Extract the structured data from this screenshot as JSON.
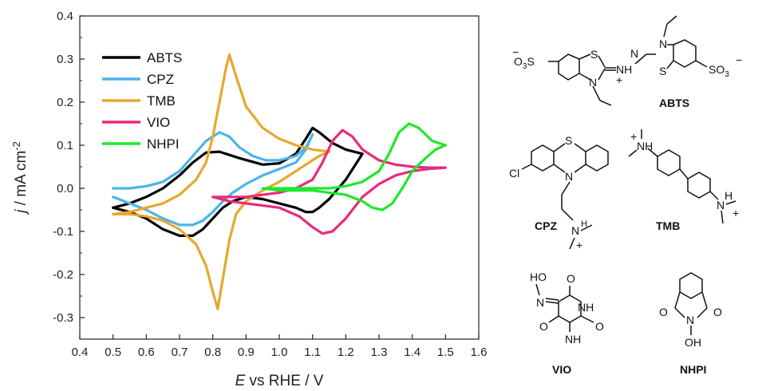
{
  "chart_data": {
    "type": "line",
    "xlabel_italic": "E",
    "xlabel_rest": " vs RHE / V",
    "ylabel_italic": "j",
    "ylabel_rest": " / mA cm",
    "ylabel_sup": "-2",
    "xlim": [
      0.4,
      1.6
    ],
    "ylim": [
      -0.35,
      0.4
    ],
    "xticks": [
      "0.4",
      "0.5",
      "0.6",
      "0.7",
      "0.8",
      "0.9",
      "1.0",
      "1.1",
      "1.2",
      "1.3",
      "1.4",
      "1.5",
      "1.6"
    ],
    "yticks": [
      "-0.3",
      "-0.2",
      "-0.1",
      "0.0",
      "0.1",
      "0.2",
      "0.3",
      "0.4"
    ],
    "grid": false,
    "legend_position": "top-left",
    "series": [
      {
        "name": "ABTS",
        "color": "#000000",
        "x": [
          0.5,
          0.55,
          0.6,
          0.65,
          0.7,
          0.74,
          0.78,
          0.82,
          0.88,
          0.95,
          1.0,
          1.05,
          1.08,
          1.1,
          1.12,
          1.16,
          1.2,
          1.25,
          1.2,
          1.15,
          1.12,
          1.1,
          1.08,
          1.05,
          1.0,
          0.95,
          0.9,
          0.86,
          0.83,
          0.8,
          0.77,
          0.74,
          0.7,
          0.65,
          0.6,
          0.55,
          0.5
        ],
        "y": [
          -0.045,
          -0.035,
          -0.02,
          0.0,
          0.03,
          0.06,
          0.083,
          0.085,
          0.07,
          0.055,
          0.058,
          0.08,
          0.115,
          0.14,
          0.13,
          0.105,
          0.09,
          0.08,
          0.02,
          -0.025,
          -0.045,
          -0.055,
          -0.055,
          -0.045,
          -0.035,
          -0.025,
          -0.02,
          -0.03,
          -0.045,
          -0.07,
          -0.095,
          -0.11,
          -0.11,
          -0.095,
          -0.07,
          -0.055,
          -0.045
        ]
      },
      {
        "name": "CPZ",
        "color": "#4fb3ea",
        "x": [
          0.5,
          0.55,
          0.6,
          0.65,
          0.7,
          0.74,
          0.78,
          0.82,
          0.85,
          0.88,
          0.92,
          0.96,
          1.0,
          1.05,
          1.08,
          1.1,
          1.08,
          1.05,
          1.0,
          0.95,
          0.9,
          0.86,
          0.83,
          0.8,
          0.77,
          0.74,
          0.7,
          0.65,
          0.6,
          0.55,
          0.5
        ],
        "y": [
          0.0,
          0.0,
          0.005,
          0.015,
          0.04,
          0.075,
          0.11,
          0.13,
          0.12,
          0.095,
          0.075,
          0.065,
          0.065,
          0.075,
          0.095,
          0.125,
          0.09,
          0.06,
          0.045,
          0.03,
          0.01,
          -0.01,
          -0.03,
          -0.055,
          -0.075,
          -0.085,
          -0.085,
          -0.07,
          -0.05,
          -0.035,
          -0.02
        ]
      },
      {
        "name": "TMB",
        "color": "#e8a82d",
        "x": [
          0.5,
          0.55,
          0.6,
          0.65,
          0.7,
          0.75,
          0.78,
          0.8,
          0.82,
          0.84,
          0.85,
          0.87,
          0.9,
          0.95,
          1.0,
          1.05,
          1.1,
          1.15,
          1.12,
          1.08,
          1.04,
          1.0,
          0.95,
          0.9,
          0.87,
          0.85,
          0.83,
          0.815,
          0.8,
          0.78,
          0.75,
          0.7,
          0.65,
          0.6,
          0.55,
          0.5
        ],
        "y": [
          -0.06,
          -0.055,
          -0.045,
          -0.035,
          -0.015,
          0.02,
          0.06,
          0.12,
          0.2,
          0.28,
          0.31,
          0.26,
          0.19,
          0.14,
          0.115,
          0.1,
          0.09,
          0.085,
          0.075,
          0.055,
          0.035,
          0.015,
          -0.005,
          -0.03,
          -0.06,
          -0.12,
          -0.21,
          -0.28,
          -0.24,
          -0.18,
          -0.13,
          -0.095,
          -0.075,
          -0.065,
          -0.06,
          -0.06
        ]
      },
      {
        "name": "VIO",
        "color": "#e82a7d",
        "x": [
          0.8,
          0.85,
          0.9,
          0.95,
          1.0,
          1.05,
          1.1,
          1.13,
          1.16,
          1.19,
          1.22,
          1.25,
          1.3,
          1.35,
          1.4,
          1.45,
          1.5,
          1.45,
          1.4,
          1.35,
          1.3,
          1.25,
          1.2,
          1.16,
          1.13,
          1.1,
          1.06,
          1.0,
          0.95,
          0.9,
          0.85,
          0.8
        ],
        "y": [
          -0.02,
          -0.02,
          -0.02,
          -0.015,
          -0.01,
          0.0,
          0.02,
          0.06,
          0.11,
          0.135,
          0.12,
          0.09,
          0.065,
          0.055,
          0.05,
          0.048,
          0.048,
          0.045,
          0.04,
          0.03,
          0.01,
          -0.02,
          -0.07,
          -0.1,
          -0.105,
          -0.09,
          -0.065,
          -0.045,
          -0.04,
          -0.035,
          -0.03,
          -0.02
        ]
      },
      {
        "name": "NHPI",
        "color": "#1ee82a",
        "x": [
          0.95,
          1.0,
          1.05,
          1.1,
          1.15,
          1.2,
          1.25,
          1.3,
          1.33,
          1.36,
          1.39,
          1.42,
          1.46,
          1.5,
          1.47,
          1.44,
          1.4,
          1.37,
          1.34,
          1.31,
          1.28,
          1.25,
          1.2,
          1.15,
          1.1,
          1.05,
          1.0,
          0.95
        ],
        "y": [
          0.0,
          0.0,
          0.0,
          0.0,
          0.0,
          0.005,
          0.015,
          0.04,
          0.08,
          0.13,
          0.15,
          0.14,
          0.11,
          0.1,
          0.09,
          0.07,
          0.04,
          0.0,
          -0.035,
          -0.05,
          -0.045,
          -0.03,
          -0.015,
          -0.01,
          -0.005,
          -0.005,
          -0.005,
          0.0
        ]
      }
    ]
  },
  "molecules": {
    "abts": {
      "name": "ABTS",
      "so3_left": "O",
      "so3_left_sub": "3",
      "so3_left_s": "S",
      "so3_right": "SO",
      "so3_right_sub": "3",
      "minus": "−",
      "plus": "+",
      "n": "N",
      "s": "S",
      "nh": "N",
      "h": "H"
    },
    "cpz": {
      "name": "CPZ",
      "cl": "Cl",
      "s": "S",
      "n": "N",
      "nh": "N",
      "h": "H",
      "plus": "+"
    },
    "tmb": {
      "name": "TMB",
      "nh": "N",
      "h": "H",
      "plus": "+"
    },
    "vio": {
      "name": "VIO",
      "ho": "HO",
      "n": "N",
      "o": "O",
      "nh": "NH",
      "h": "H"
    },
    "nhpi": {
      "name": "NHPI",
      "o": "O",
      "n": "N",
      "oh": "OH"
    }
  }
}
